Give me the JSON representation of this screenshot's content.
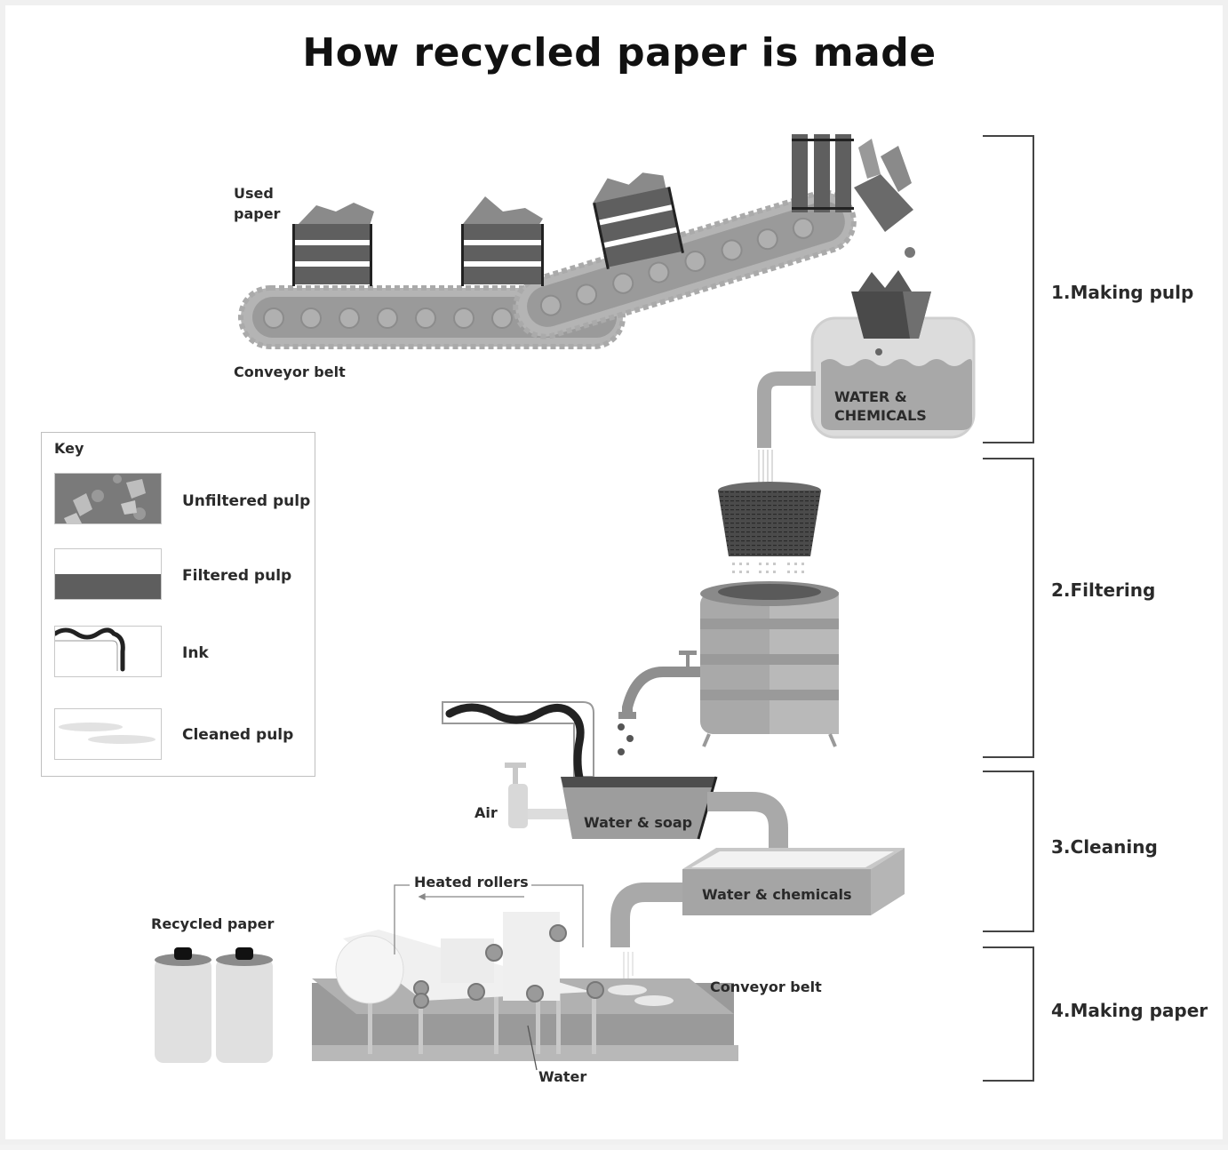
{
  "title": "How recycled paper is made",
  "labels": {
    "used_paper_line1": "Used",
    "used_paper_line2": "paper",
    "conveyor_belt_top": "Conveyor belt",
    "water_chemicals_tank_line1": "WATER &",
    "water_chemicals_tank_line2": "CHEMICALS",
    "air": "Air",
    "water_soap": "Water & soap",
    "water_chemicals_tray": "Water & chemicals",
    "heated_rollers": "Heated rollers",
    "recycled_paper": "Recycled paper",
    "conveyor_belt_bottom": "Conveyor belt",
    "water": "Water"
  },
  "stages": [
    {
      "label": "1.Making pulp"
    },
    {
      "label": "2.Filtering"
    },
    {
      "label": "3.Cleaning"
    },
    {
      "label": "4.Making paper"
    }
  ],
  "key": {
    "title": "Key",
    "items": [
      {
        "label": "Unfiltered pulp",
        "swatch": "unfiltered-pulp"
      },
      {
        "label": "Filtered pulp",
        "swatch": "filtered-pulp"
      },
      {
        "label": "Ink",
        "swatch": "ink"
      },
      {
        "label": "Cleaned pulp",
        "swatch": "cleaned-pulp"
      }
    ]
  }
}
